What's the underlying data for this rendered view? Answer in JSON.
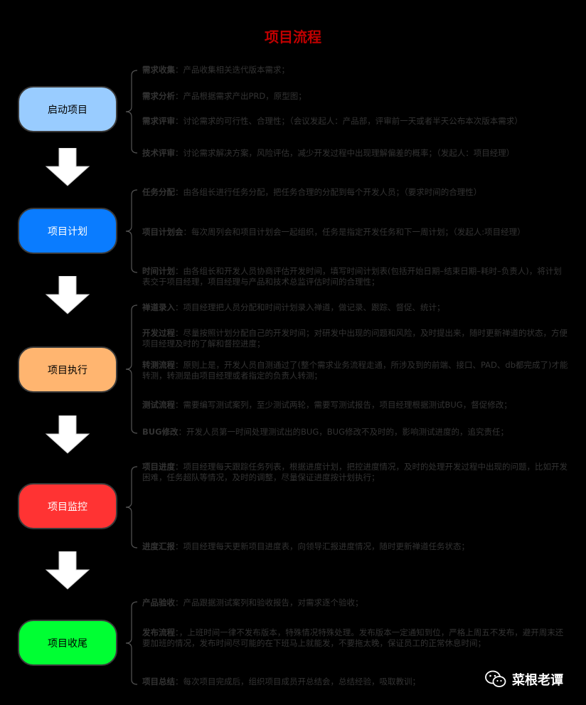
{
  "title": "项目流程",
  "colors": {
    "start": "#99ccff",
    "plan": "#0a7cff",
    "exec": "#ffb570",
    "monitor": "#ff3333",
    "close": "#00ff33",
    "title": "#c00000"
  },
  "stages": [
    {
      "label": "启动项目",
      "items": [
        {
          "k": "需求收集",
          "t": "：产品收集相关迭代版本需求；"
        },
        {
          "k": "需求分析",
          "t": "：产品根据需求产出PRD，原型图；"
        },
        {
          "k": "需求评审",
          "t": "：讨论需求的可行性、合理性；（会议发起人：产品部，评审前一天或者半天公布本次版本需求）"
        },
        {
          "k": "技术评审",
          "t": "：讨论需求解决方案，风险评估，减少开发过程中出现理解偏差的概率；（发起人：项目经理）"
        }
      ]
    },
    {
      "label": "项目计划",
      "items": [
        {
          "k": "任务分配",
          "t": "：由各组长进行任务分配，把任务合理的分配到每个开发人员；（要求时间的合理性）"
        },
        {
          "k": "项目计划会",
          "t": "：每次周列会和项目计划会一起组织，任务是指定开发任务和下一周计划；（发起人:项目经理）"
        },
        {
          "k": "时间计划",
          "t": "：由各组长和开发人员协商评估开发时间，填写时间计划表(包括开始日期–结束日期–耗时–负责人)，将计划表交于项目经理，项目经理与产品和技术总监评估时间的合理性；"
        }
      ]
    },
    {
      "label": "项目执行",
      "items": [
        {
          "k": "禅道录入",
          "t": "：项目经理把人员分配和时间计划录入禅道，做记录、跟踪、督促、统计；"
        },
        {
          "k": "开发过程",
          "t": "：尽量按照计划分配自己的开发时间；对研发中出现的问题和风险，及时提出来，随时更新禅道的状态，方便项目经理及时的了解和督控进度；"
        },
        {
          "k": "转测流程",
          "t": "：原则上是，开发人员自测通过了(整个需求业务流程走通，所涉及到的前端、接口、PAD、db都完成了)才能转测，转测是由项目经理或者指定的负责人转测；"
        },
        {
          "k": "测试流程",
          "t": "：需要编写测试案列，至少测试两轮，需要写测试报告，项目经理根据测试BUG，督促修改；"
        },
        {
          "k": "BUG修改",
          "t": "：开发人员第一时间处理测试出的BUG，BUG修改不及时的，影响测试进度的，追究责任；"
        }
      ]
    },
    {
      "label": "项目监控",
      "items": [
        {
          "k": "项目进度",
          "t": "：项目经理每天跟踪任务列表，根据进度计划，把控进度情况，及时的处理开发过程中出现的问题，比如开发困难，任务超队等情况，及时的调整，尽量保证进度按计划执行；"
        },
        {
          "k": "进度汇报",
          "t": "：项目经理每天更新项目进度表，向领导汇报进度情况，随时更新禅道任务状态；"
        }
      ]
    },
    {
      "label": "项目收尾",
      "items": [
        {
          "k": "产品验收",
          "t": "：产品跟据测试案列和验收报告，对需求逐个验收；"
        },
        {
          "k": "发布流程",
          "t": "：，上班时间一律不发布版本，特殊情况特殊处理。发布版本一定通知到位，严格上周五不发布，避开周末还要加班的情况，发布时间尽可能的在下班马上就能发，不要拖太晚，保证员工的正常休息时间；"
        },
        {
          "k": "项目总结",
          "t": "：每次项目完成后，组织项目成员开总结会，总结经验，吸取教训；"
        }
      ]
    }
  ],
  "watermark": {
    "icon": "wechat-icon",
    "text": "菜根老谭"
  }
}
